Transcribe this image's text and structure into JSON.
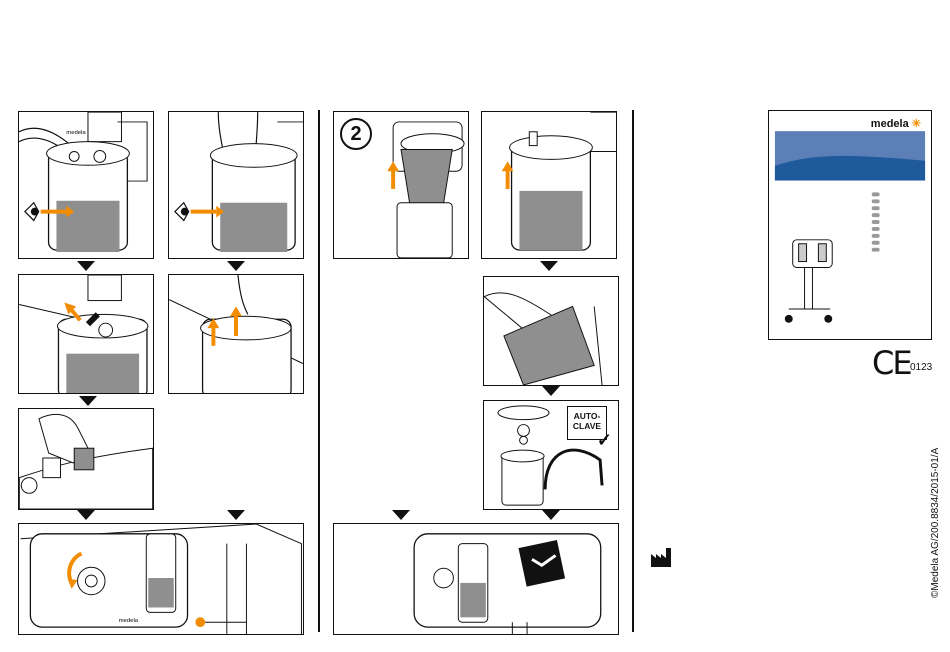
{
  "cover": {
    "brand": "medela"
  },
  "labels": {
    "step_two": "2",
    "autoclave_line1": "AUTO-",
    "autoclave_line2": "CLAVE",
    "cylinder_brand": "medela",
    "device_brand": "medela"
  },
  "certification": {
    "ce_mark": "CE",
    "ce_number": "0123"
  },
  "copyright": "©Medela AG/200.8834/2015-01/A",
  "colors": {
    "accent_orange": "#f28c00",
    "cover_blue": "#1f5b9c",
    "canister_grey": "#9a9a9a",
    "line": "#111111"
  }
}
